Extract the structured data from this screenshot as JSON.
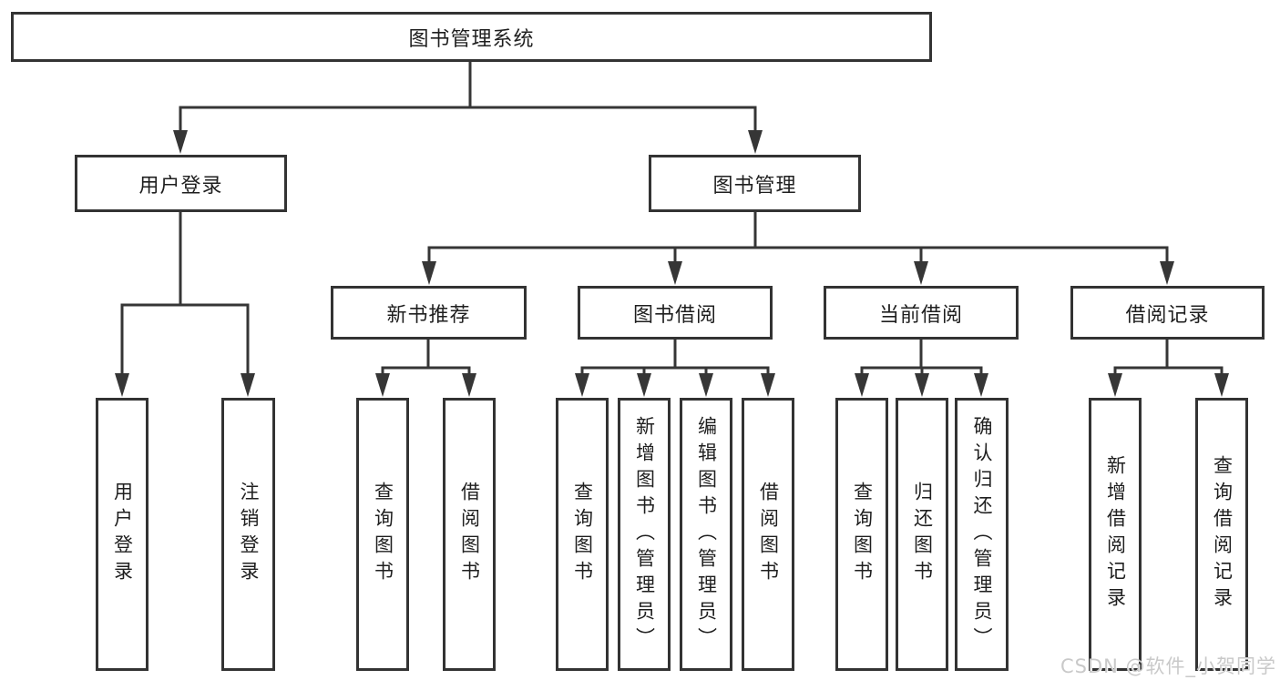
{
  "diagram": {
    "nodes": {
      "root": {
        "id": "library-management-system",
        "label": "图书管理系统"
      },
      "level2": [
        {
          "id": "user-login",
          "label": "用户登录",
          "parent": "library-management-system"
        },
        {
          "id": "book-management",
          "label": "图书管理",
          "parent": "library-management-system"
        }
      ],
      "level3": [
        {
          "id": "new-book-recommendation",
          "label": "新书推荐",
          "parent": "book-management"
        },
        {
          "id": "book-borrowing",
          "label": "图书借阅",
          "parent": "book-management"
        },
        {
          "id": "current-borrowing",
          "label": "当前借阅",
          "parent": "book-management"
        },
        {
          "id": "borrowing-records",
          "label": "借阅记录",
          "parent": "book-management"
        }
      ],
      "leaves": [
        {
          "label": "用户登录",
          "parent": "user-login"
        },
        {
          "label": "注销登录",
          "parent": "user-login"
        },
        {
          "label": "查询图书",
          "parent": "new-book-recommendation"
        },
        {
          "label": "借阅图书",
          "parent": "new-book-recommendation"
        },
        {
          "label": "查询图书",
          "parent": "book-borrowing"
        },
        {
          "label": "新增图书（管理员）",
          "parent": "book-borrowing"
        },
        {
          "label": "编辑图书（管理员）",
          "parent": "book-borrowing"
        },
        {
          "label": "借阅图书",
          "parent": "book-borrowing"
        },
        {
          "label": "查询图书",
          "parent": "current-borrowing"
        },
        {
          "label": "归还图书",
          "parent": "current-borrowing"
        },
        {
          "label": "确认归还（管理员）",
          "parent": "current-borrowing"
        },
        {
          "label": "新增借阅记录",
          "parent": "borrowing-records"
        },
        {
          "label": "查询借阅记录",
          "parent": "borrowing-records"
        }
      ]
    },
    "colors": {
      "line": "#363636",
      "box_border": "#333333",
      "box_fill": "#ffffff",
      "text": "#1f1f1f",
      "watermark": "#c9c9c9",
      "background": "#ffffff"
    }
  },
  "watermark": {
    "text": "CSDN @软件_小贺同学"
  }
}
